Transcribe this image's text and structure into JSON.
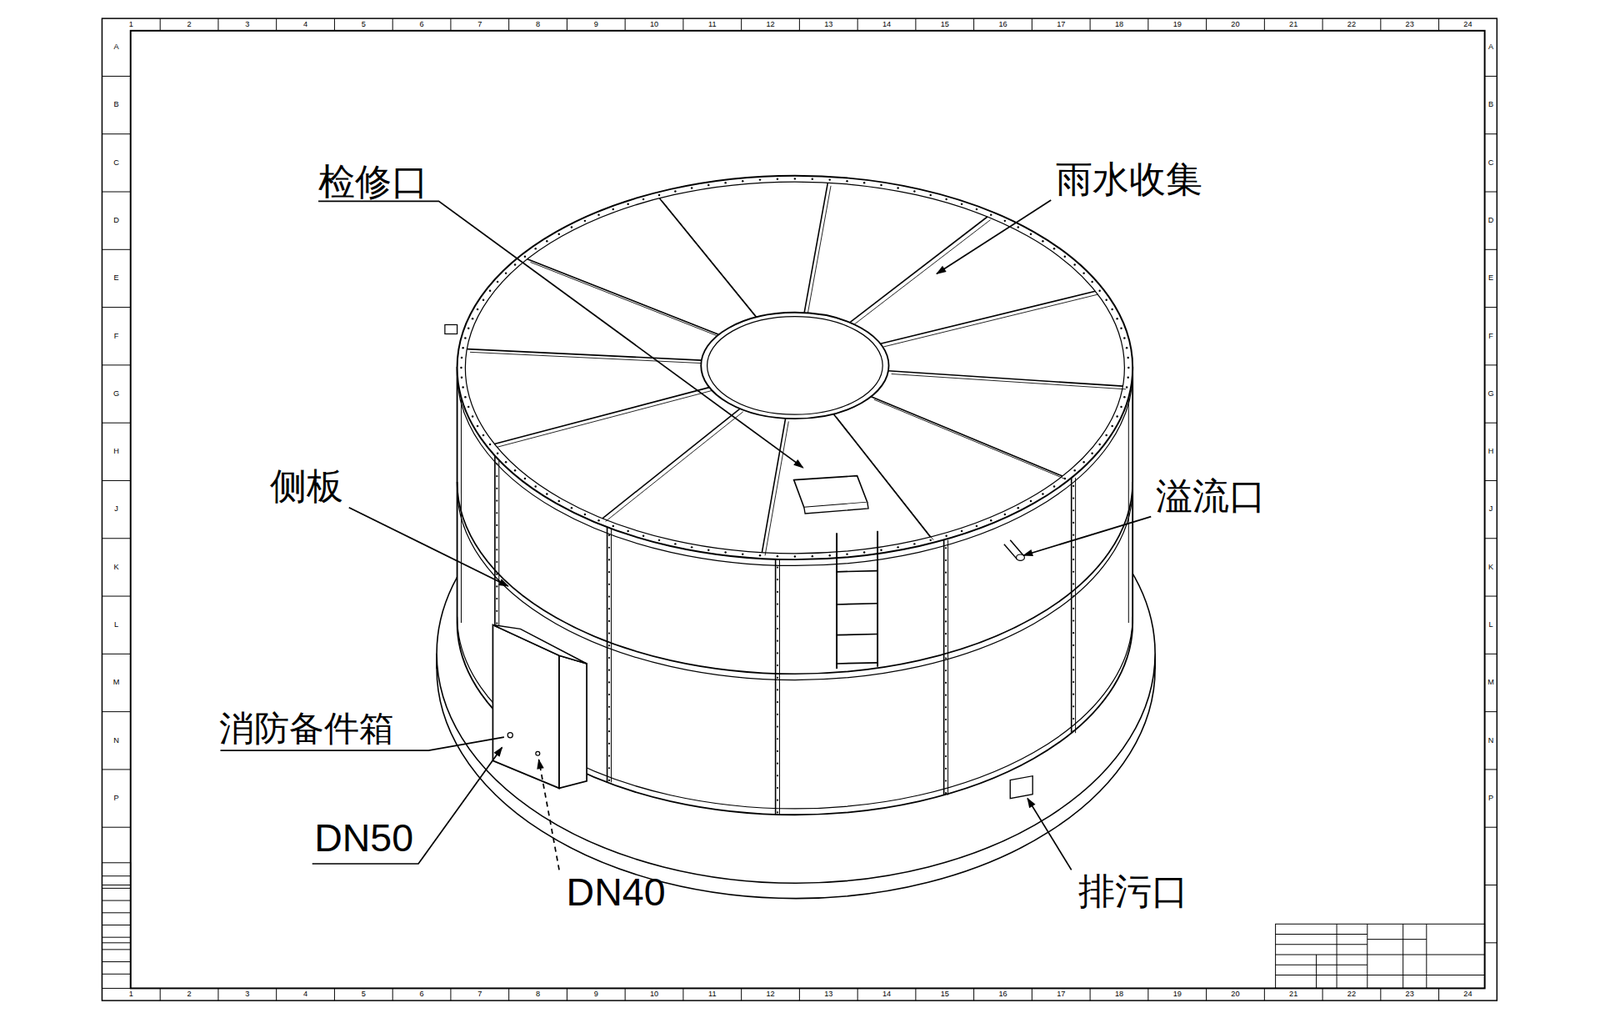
{
  "diagram": {
    "labels": [
      "检修口",
      "雨水收集",
      "侧板",
      "溢流口",
      "消防备件箱",
      "DN50",
      "DN40",
      "排污口",
      "1",
      "2",
      "3",
      "4",
      "5",
      "6",
      "7",
      "8",
      "9",
      "10",
      "11",
      "12",
      "13",
      "14",
      "15",
      "16",
      "17",
      "18",
      "19",
      "20",
      "21",
      "22",
      "23",
      "24",
      "1",
      "2",
      "3",
      "4",
      "5",
      "6",
      "7",
      "8",
      "9",
      "10",
      "11",
      "12",
      "13",
      "14",
      "15",
      "16",
      "17",
      "18",
      "19",
      "20",
      "21",
      "22",
      "23",
      "24",
      "A",
      "B",
      "C",
      "D",
      "E",
      "F",
      "G",
      "H",
      "J",
      "K",
      "L",
      "M",
      "N",
      "P",
      "A",
      "B",
      "C",
      "D",
      "E",
      "F",
      "G",
      "H",
      "J",
      "K",
      "L",
      "M",
      "N",
      "P"
    ]
  }
}
